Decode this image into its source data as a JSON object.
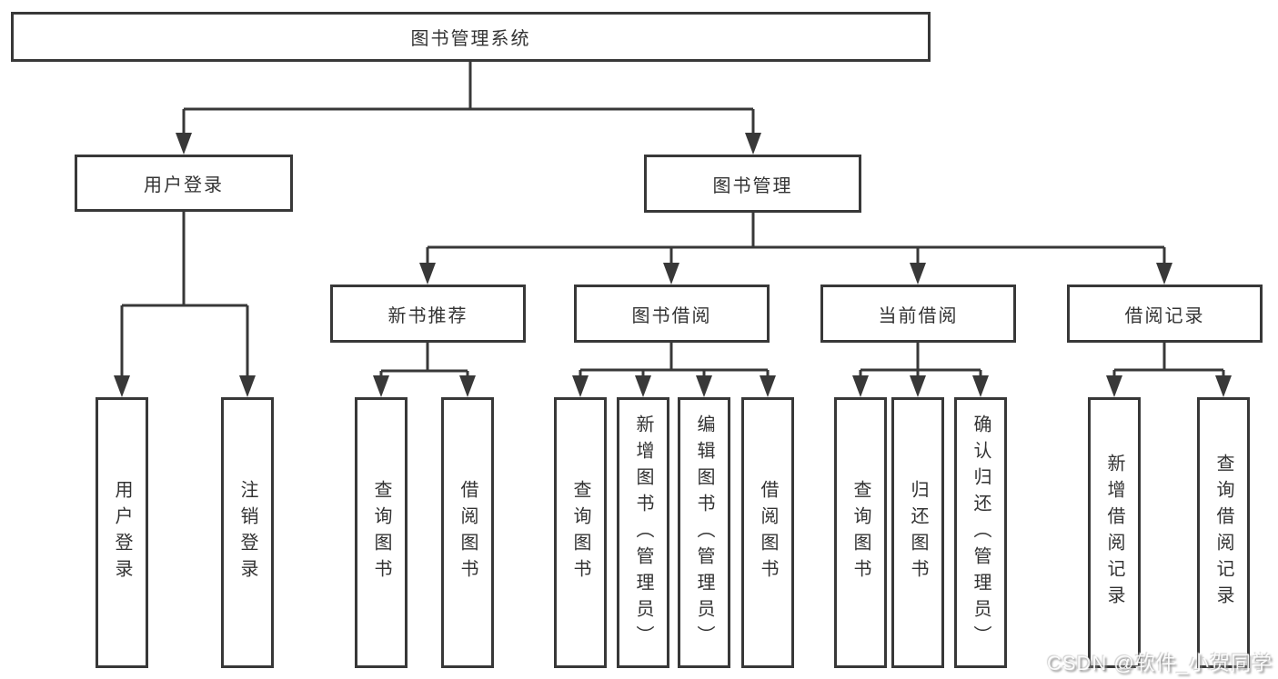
{
  "diagram_type": "hierarchy-tree",
  "colors": {
    "line": "#383838",
    "border": "#383838",
    "fill": "#ffffff",
    "text": "#333333",
    "background": "#ffffff"
  },
  "tree": {
    "label": "图书管理系统",
    "children": [
      {
        "label": "用户登录",
        "children": [
          {
            "label": "用户登录"
          },
          {
            "label": "注销登录"
          }
        ]
      },
      {
        "label": "图书管理",
        "children": [
          {
            "label": "新书推荐",
            "children": [
              {
                "label": "查询图书"
              },
              {
                "label": "借阅图书"
              }
            ]
          },
          {
            "label": "图书借阅",
            "children": [
              {
                "label": "查询图书"
              },
              {
                "label": "新增图书（管理员）"
              },
              {
                "label": "编辑图书（管理员）"
              },
              {
                "label": "借阅图书"
              }
            ]
          },
          {
            "label": "当前借阅",
            "children": [
              {
                "label": "查询图书"
              },
              {
                "label": "归还图书"
              },
              {
                "label": "确认归还（管理员）"
              }
            ]
          },
          {
            "label": "借阅记录",
            "children": [
              {
                "label": "新增借阅记录"
              },
              {
                "label": "查询借阅记录"
              }
            ]
          }
        ]
      }
    ]
  },
  "watermark": {
    "text": "CSDN @软件_小贺同学"
  }
}
